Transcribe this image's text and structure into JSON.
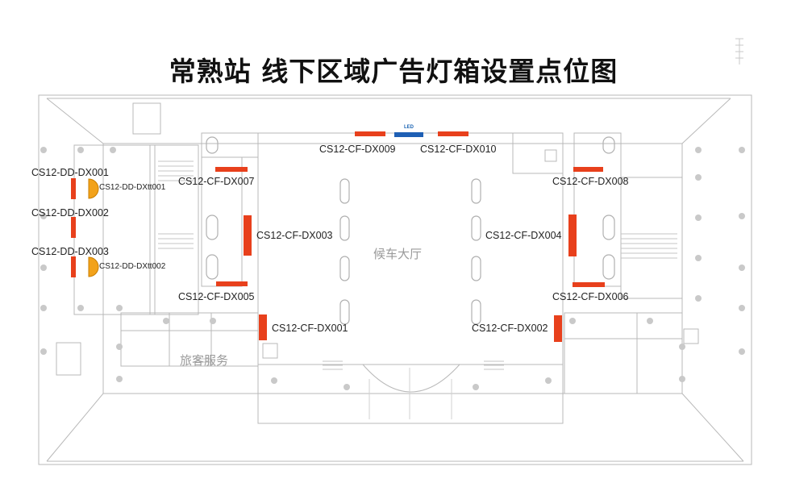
{
  "title": "常熟站  线下区域广告灯箱设置点位图",
  "areas": {
    "waiting_hall": "候车大厅",
    "passenger_service": "旅客服务"
  },
  "led_label": "LED",
  "colors": {
    "lightbox": "#e8401c",
    "led": "#1e5fb4",
    "semi_circle": "#f2a21a",
    "plan_line": "#b9b9b9"
  },
  "labels": {
    "cf_dx001": "CS12-CF-DX001",
    "cf_dx002": "CS12-CF-DX002",
    "cf_dx003": "CS12-CF-DX003",
    "cf_dx004": "CS12-CF-DX004",
    "cf_dx005": "CS12-CF-DX005",
    "cf_dx006": "CS12-CF-DX006",
    "cf_dx007": "CS12-CF-DX007",
    "cf_dx008": "CS12-CF-DX008",
    "cf_dx009": "CS12-CF-DX009",
    "cf_dx010": "CS12-CF-DX010",
    "dd_dx001": "CS12-DD-DX001",
    "dd_dx002": "CS12-DD-DX002",
    "dd_dx003": "CS12-DD-DX003",
    "dd_dxt001": "CS12-DD-DXtt001",
    "dd_dxt002": "CS12-DD-DXtt002"
  }
}
